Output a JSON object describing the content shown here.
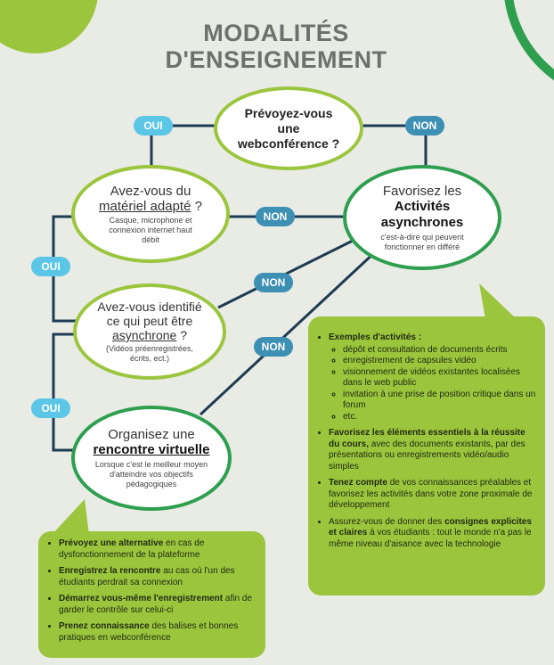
{
  "title": {
    "line1": "MODALITÉS",
    "line2": "D'ENSEIGNEMENT"
  },
  "badges": {
    "oui": "OUI",
    "non": "NON"
  },
  "nodes": {
    "webconference": {
      "question": "Prévoyez-vous une webconférence ?"
    },
    "materiel": {
      "pre": "Avez-vous du",
      "link": "matériel adapté",
      "post": " ?",
      "sub": "Casque, microphone et connexion internet haut débit"
    },
    "asynchrones": {
      "pre": "Favorisez les",
      "bold": "Activités asynchrones",
      "sub": "c'est-à-dire qui peuvent fonctionner en différé"
    },
    "identifie": {
      "pre": "Avez-vous identifié ce qui peut être",
      "link": "asynchrone",
      "post": " ?",
      "sub": "(Vidéos préenregistrées, écrits, ect.)"
    },
    "rencontre": {
      "pre": "Organisez une",
      "bold": "rencontre virtuelle",
      "sub": "Lorsque c'est le meilleur moyen d'atteindre vos objectifs pédagogiques"
    }
  },
  "right_panel": {
    "examples_title": "Exemples d'activités :",
    "examples": [
      "dépôt et consultation de documents écrits",
      "enregistrement de capsules vidéo",
      "visionnement de vidéos existantes localisées dans le web public",
      "invitation à une prise de position critique dans un forum",
      "etc."
    ],
    "item2_bold": "Favorisez les éléments essentiels à la réussite du cours,",
    "item2_rest": " avec des documents existants, par des présentations ou enregistrements vidéo/audio simples",
    "item3_bold": "Tenez compte",
    "item3_rest": " de vos connaissances préalables et favorisez les activités dans votre zone proximale de développement",
    "item4_pre": "Assurez-vous de donner des ",
    "item4_bold": "consignes explicites et claires",
    "item4_rest": " à vos étudiants : tout le monde n'a pas le même niveau d'aisance avec la technologie"
  },
  "left_panel": [
    {
      "bold": "Prévoyez une alternative",
      "rest": " en cas de dysfonctionnement de la plateforme"
    },
    {
      "bold": "Enregistrez la rencontre",
      "rest": " au cas où l'un des étudiants perdrait sa connexion"
    },
    {
      "bold": "Démarrez vous-même l'enregistrement",
      "rest": " afin de garder le contrôle sur celui-ci"
    },
    {
      "bold": "Prenez connaissance",
      "rest": " des balises et bonnes pratiques en webconférence"
    }
  ],
  "colors": {
    "light_green": "#9bc53d",
    "dark_green": "#2e9e4f",
    "navy": "#1d3b52",
    "non_blue": "#3d8fb3",
    "oui_blue": "#5bc6e6",
    "title_gray": "#6e706d",
    "background": "#e9ebe5"
  }
}
